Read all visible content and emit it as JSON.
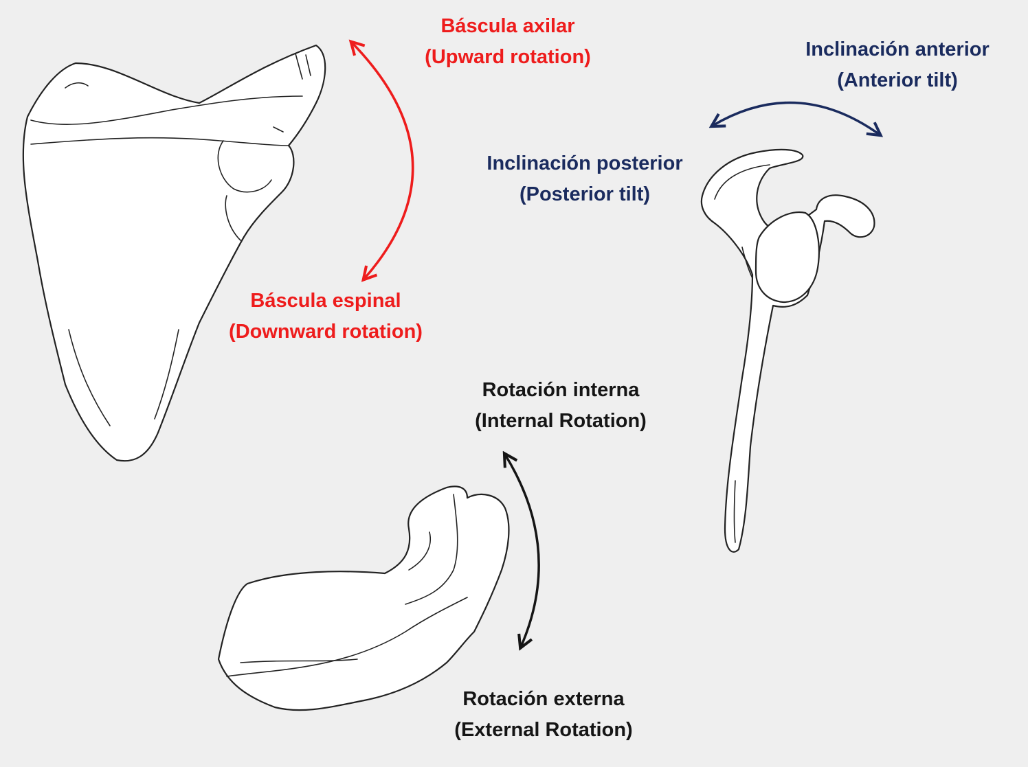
{
  "colors": {
    "background": "#efefef",
    "red": "#ee1c1c",
    "navy": "#1a2b5e",
    "black": "#151515"
  },
  "labels": {
    "upward": {
      "es": "Báscula axilar",
      "en": "(Upward rotation)"
    },
    "downward": {
      "es": "Báscula espinal",
      "en": "(Downward rotation)"
    },
    "anterior_tilt": {
      "es": "Inclinación anterior",
      "en": "(Anterior tilt)"
    },
    "posterior_tilt": {
      "es": "Inclinación posterior",
      "en": "(Posterior tilt)"
    },
    "internal_rotation": {
      "es": "Rotación interna",
      "en": "(Internal Rotation)"
    },
    "external_rotation": {
      "es": "Rotación externa",
      "en": "(External Rotation)"
    }
  }
}
